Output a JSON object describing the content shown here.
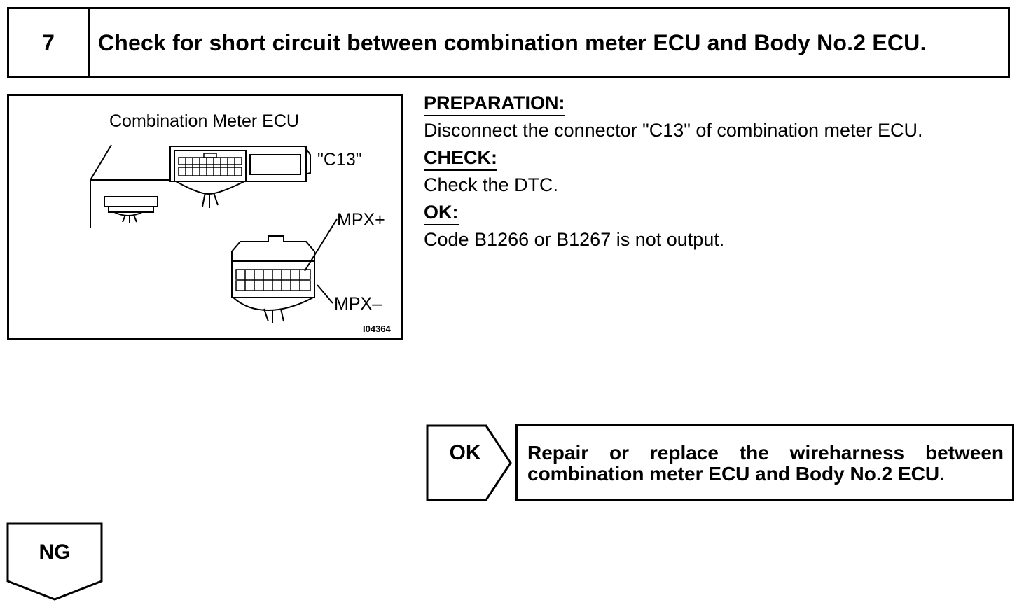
{
  "header": {
    "step_number": "7",
    "title": "Check for short circuit between combination meter ECU and Body No.2 ECU."
  },
  "figure": {
    "title": "Combination Meter ECU",
    "connector_label": "\"C13\"",
    "terminal_plus": "MPX+",
    "terminal_minus": "MPX–",
    "illustration_code": "I04364"
  },
  "instructions": {
    "preparation_heading": "PREPARATION:",
    "preparation_text": "Disconnect the connector \"C13\" of combination meter ECU.",
    "check_heading": "CHECK:",
    "check_text": "Check the DTC.",
    "ok_heading": "OK:",
    "ok_text": "Code B1266 or B1267 is not output."
  },
  "ok_branch": {
    "label": "OK",
    "result_line1": "Repair or replace the wireharness between",
    "result_line2": "combination meter ECU and Body No.2 ECU."
  },
  "ng_branch": {
    "label": "NG"
  }
}
